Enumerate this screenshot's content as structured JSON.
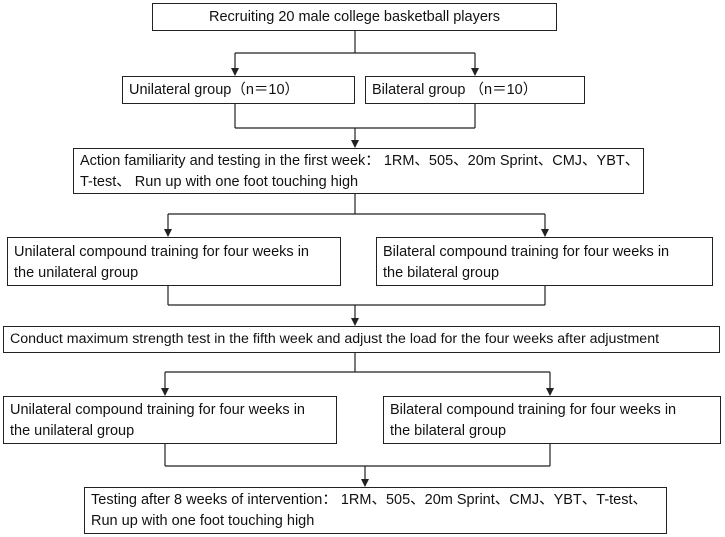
{
  "boxes": {
    "recruit": {
      "lines": [
        "Recruiting 20 male college basketball players"
      ]
    },
    "unilateral_group": {
      "lines": [
        "Unilateral group（n＝10）"
      ]
    },
    "bilateral_group": {
      "lines": [
        "Bilateral group （n＝10）"
      ]
    },
    "familiarity": {
      "lines": [
        "Action familiarity and testing in the first week： 1RM、505、20m Sprint、CMJ、YBT、",
        "T-test、 Run up with one foot touching high"
      ]
    },
    "uni_train_1": {
      "lines": [
        "Unilateral compound training for four weeks in",
        "the unilateral group"
      ]
    },
    "bi_train_1": {
      "lines": [
        "Bilateral compound training for four weeks in",
        "the bilateral group"
      ]
    },
    "max_strength": {
      "lines": [
        "Conduct maximum strength test in the fifth week and adjust the load for the four weeks after adjustment"
      ]
    },
    "uni_train_2": {
      "lines": [
        "Unilateral compound training for four weeks in",
        "the unilateral group"
      ]
    },
    "bi_train_2": {
      "lines": [
        "Bilateral compound training for four weeks in",
        "the bilateral group"
      ]
    },
    "final_test": {
      "lines": [
        "Testing after 8 weeks of intervention： 1RM、505、20m Sprint、CMJ、YBT、T-test、",
        "Run up with one foot touching high"
      ]
    }
  }
}
